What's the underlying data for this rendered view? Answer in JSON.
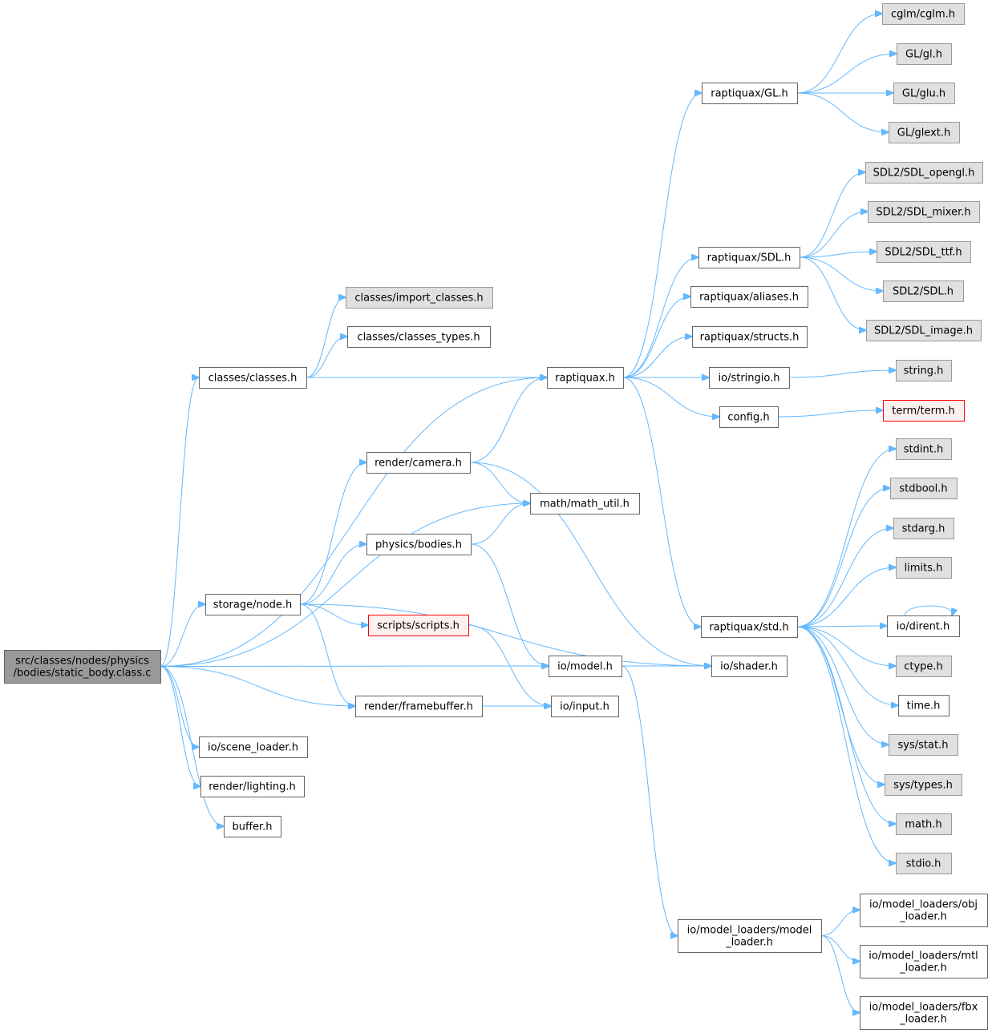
{
  "colors": {
    "edge": "#63b8ff",
    "documented_fill": "#ffffff",
    "documented_border": "#666666",
    "system_fill": "#e0e0e0",
    "system_border": "#999999",
    "missing_fill": "#fff0f0",
    "missing_border": "#ff0000",
    "root_fill": "#999999",
    "root_border": "#666666"
  },
  "nodes": [
    {
      "id": "root",
      "lines": [
        "src/classes/nodes/physics",
        "/bodies/static_body.class.c"
      ],
      "kind": "root"
    },
    {
      "id": "classes",
      "lines": [
        "classes/classes.h"
      ],
      "kind": "documented"
    },
    {
      "id": "import_classes",
      "lines": [
        "classes/import_classes.h"
      ],
      "kind": "system"
    },
    {
      "id": "classes_types",
      "lines": [
        "classes/classes_types.h"
      ],
      "kind": "documented"
    },
    {
      "id": "raptiquax",
      "lines": [
        "raptiquax.h"
      ],
      "kind": "documented"
    },
    {
      "id": "rgl",
      "lines": [
        "raptiquax/GL.h"
      ],
      "kind": "documented"
    },
    {
      "id": "cglm",
      "lines": [
        "cglm/cglm.h"
      ],
      "kind": "system"
    },
    {
      "id": "gl",
      "lines": [
        "GL/gl.h"
      ],
      "kind": "system"
    },
    {
      "id": "glu",
      "lines": [
        "GL/glu.h"
      ],
      "kind": "system"
    },
    {
      "id": "glext",
      "lines": [
        "GL/glext.h"
      ],
      "kind": "system"
    },
    {
      "id": "rsdl",
      "lines": [
        "raptiquax/SDL.h"
      ],
      "kind": "documented"
    },
    {
      "id": "sdl_opengl",
      "lines": [
        "SDL2/SDL_opengl.h"
      ],
      "kind": "system"
    },
    {
      "id": "sdl_mixer",
      "lines": [
        "SDL2/SDL_mixer.h"
      ],
      "kind": "system"
    },
    {
      "id": "sdl_ttf",
      "lines": [
        "SDL2/SDL_ttf.h"
      ],
      "kind": "system"
    },
    {
      "id": "sdl",
      "lines": [
        "SDL2/SDL.h"
      ],
      "kind": "system"
    },
    {
      "id": "sdl_image",
      "lines": [
        "SDL2/SDL_image.h"
      ],
      "kind": "system"
    },
    {
      "id": "aliases",
      "lines": [
        "raptiquax/aliases.h"
      ],
      "kind": "documented"
    },
    {
      "id": "structs",
      "lines": [
        "raptiquax/structs.h"
      ],
      "kind": "documented"
    },
    {
      "id": "stringio",
      "lines": [
        "io/stringio.h"
      ],
      "kind": "documented"
    },
    {
      "id": "string",
      "lines": [
        "string.h"
      ],
      "kind": "system"
    },
    {
      "id": "config",
      "lines": [
        "config.h"
      ],
      "kind": "documented"
    },
    {
      "id": "term",
      "lines": [
        "term/term.h"
      ],
      "kind": "missing"
    },
    {
      "id": "camera",
      "lines": [
        "render/camera.h"
      ],
      "kind": "documented"
    },
    {
      "id": "math_util",
      "lines": [
        "math/math_util.h"
      ],
      "kind": "documented"
    },
    {
      "id": "bodies",
      "lines": [
        "physics/bodies.h"
      ],
      "kind": "documented"
    },
    {
      "id": "node",
      "lines": [
        "storage/node.h"
      ],
      "kind": "documented"
    },
    {
      "id": "scripts",
      "lines": [
        "scripts/scripts.h"
      ],
      "kind": "missing"
    },
    {
      "id": "model",
      "lines": [
        "io/model.h"
      ],
      "kind": "documented"
    },
    {
      "id": "shader",
      "lines": [
        "io/shader.h"
      ],
      "kind": "documented"
    },
    {
      "id": "framebuffer",
      "lines": [
        "render/framebuffer.h"
      ],
      "kind": "documented"
    },
    {
      "id": "input",
      "lines": [
        "io/input.h"
      ],
      "kind": "documented"
    },
    {
      "id": "scene_loader",
      "lines": [
        "io/scene_loader.h"
      ],
      "kind": "documented"
    },
    {
      "id": "lighting",
      "lines": [
        "render/lighting.h"
      ],
      "kind": "documented"
    },
    {
      "id": "buffer",
      "lines": [
        "buffer.h"
      ],
      "kind": "documented"
    },
    {
      "id": "rstd",
      "lines": [
        "raptiquax/std.h"
      ],
      "kind": "documented"
    },
    {
      "id": "stdint",
      "lines": [
        "stdint.h"
      ],
      "kind": "system"
    },
    {
      "id": "stdbool",
      "lines": [
        "stdbool.h"
      ],
      "kind": "system"
    },
    {
      "id": "stdarg",
      "lines": [
        "stdarg.h"
      ],
      "kind": "system"
    },
    {
      "id": "limits",
      "lines": [
        "limits.h"
      ],
      "kind": "system"
    },
    {
      "id": "dirent",
      "lines": [
        "io/dirent.h"
      ],
      "kind": "documented"
    },
    {
      "id": "ctype",
      "lines": [
        "ctype.h"
      ],
      "kind": "system"
    },
    {
      "id": "time",
      "lines": [
        "time.h"
      ],
      "kind": "documented"
    },
    {
      "id": "sys_stat",
      "lines": [
        "sys/stat.h"
      ],
      "kind": "system"
    },
    {
      "id": "sys_types",
      "lines": [
        "sys/types.h"
      ],
      "kind": "system"
    },
    {
      "id": "math",
      "lines": [
        "math.h"
      ],
      "kind": "system"
    },
    {
      "id": "stdio",
      "lines": [
        "stdio.h"
      ],
      "kind": "system"
    },
    {
      "id": "model_loader",
      "lines": [
        "io/model_loaders/model",
        "_loader.h"
      ],
      "kind": "documented"
    },
    {
      "id": "obj_loader",
      "lines": [
        "io/model_loaders/obj",
        "_loader.h"
      ],
      "kind": "documented"
    },
    {
      "id": "mtl_loader",
      "lines": [
        "io/model_loaders/mtl",
        "_loader.h"
      ],
      "kind": "documented"
    },
    {
      "id": "fbx_loader",
      "lines": [
        "io/model_loaders/fbx",
        "_loader.h"
      ],
      "kind": "documented"
    }
  ],
  "edges": [
    [
      "root",
      "classes"
    ],
    [
      "root",
      "raptiquax"
    ],
    [
      "root",
      "math_util"
    ],
    [
      "root",
      "node"
    ],
    [
      "root",
      "model"
    ],
    [
      "root",
      "framebuffer"
    ],
    [
      "root",
      "scene_loader"
    ],
    [
      "root",
      "lighting"
    ],
    [
      "root",
      "buffer"
    ],
    [
      "classes",
      "import_classes"
    ],
    [
      "classes",
      "classes_types"
    ],
    [
      "classes",
      "raptiquax"
    ],
    [
      "raptiquax",
      "rgl"
    ],
    [
      "raptiquax",
      "rsdl"
    ],
    [
      "raptiquax",
      "aliases"
    ],
    [
      "raptiquax",
      "structs"
    ],
    [
      "raptiquax",
      "stringio"
    ],
    [
      "raptiquax",
      "config"
    ],
    [
      "raptiquax",
      "rstd"
    ],
    [
      "rgl",
      "cglm"
    ],
    [
      "rgl",
      "gl"
    ],
    [
      "rgl",
      "glu"
    ],
    [
      "rgl",
      "glext"
    ],
    [
      "rsdl",
      "sdl_opengl"
    ],
    [
      "rsdl",
      "sdl_mixer"
    ],
    [
      "rsdl",
      "sdl_ttf"
    ],
    [
      "rsdl",
      "sdl"
    ],
    [
      "rsdl",
      "sdl_image"
    ],
    [
      "stringio",
      "string"
    ],
    [
      "config",
      "term"
    ],
    [
      "camera",
      "raptiquax"
    ],
    [
      "camera",
      "math_util"
    ],
    [
      "camera",
      "shader"
    ],
    [
      "bodies",
      "math_util"
    ],
    [
      "bodies",
      "model"
    ],
    [
      "node",
      "camera"
    ],
    [
      "node",
      "bodies"
    ],
    [
      "node",
      "scripts"
    ],
    [
      "node",
      "shader"
    ],
    [
      "node",
      "framebuffer"
    ],
    [
      "scripts",
      "input"
    ],
    [
      "model",
      "shader"
    ],
    [
      "model",
      "model_loader"
    ],
    [
      "framebuffer",
      "input"
    ],
    [
      "rstd",
      "stdint"
    ],
    [
      "rstd",
      "stdbool"
    ],
    [
      "rstd",
      "stdarg"
    ],
    [
      "rstd",
      "limits"
    ],
    [
      "rstd",
      "dirent"
    ],
    [
      "rstd",
      "ctype"
    ],
    [
      "rstd",
      "time"
    ],
    [
      "rstd",
      "sys_stat"
    ],
    [
      "rstd",
      "sys_types"
    ],
    [
      "rstd",
      "math"
    ],
    [
      "rstd",
      "stdio"
    ],
    [
      "dirent",
      "dirent"
    ],
    [
      "model_loader",
      "obj_loader"
    ],
    [
      "model_loader",
      "mtl_loader"
    ],
    [
      "model_loader",
      "fbx_loader"
    ]
  ]
}
